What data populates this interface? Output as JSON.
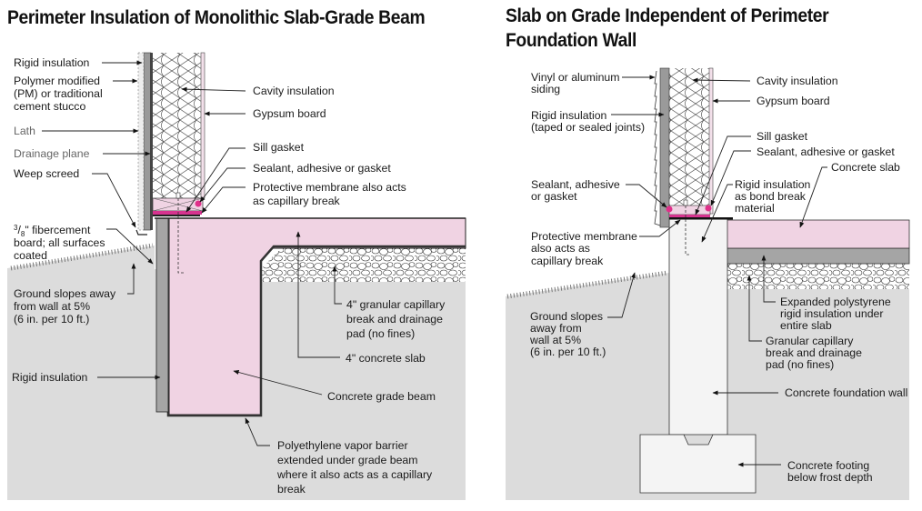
{
  "left_diagram": {
    "title": "Perimeter Insulation of Monolithic Slab-Grade Beam",
    "labels": {
      "rigid_insulation_top": "Rigid insulation",
      "stucco": [
        "Polymer modified",
        "(PM) or traditional",
        "cement stucco"
      ],
      "lath": "Lath",
      "drainage_plane": "Drainage plane",
      "weep_screed": "Weep screed",
      "fibercement_sup": "3",
      "fibercement_sub": "8",
      "fibercement": [
        "\" fibercement",
        "board; all surfaces",
        "coated"
      ],
      "ground_slopes": [
        "Ground slopes away",
        "from wall at 5%",
        "(6 in. per 10 ft.)"
      ],
      "rigid_insulation_bottom": "Rigid insulation",
      "cavity_insulation": "Cavity insulation",
      "gypsum_board": "Gypsum board",
      "sill_gasket": "Sill gasket",
      "sealant": "Sealant, adhesive or gasket",
      "protective_membrane": [
        "Protective membrane also acts",
        "as capillary break"
      ],
      "granular_break": [
        "4\" granular capillary",
        "break and drainage",
        "pad (no fines)"
      ],
      "concrete_slab": "4\" concrete slab",
      "grade_beam": "Concrete grade beam",
      "vapor_barrier": [
        "Polyethylene vapor barrier",
        "extended under grade beam",
        "where it also acts as a capillary",
        "break"
      ]
    }
  },
  "right_diagram": {
    "title": [
      "Slab on Grade Independent of Perimeter",
      "Foundation Wall"
    ],
    "labels": {
      "siding": [
        "Vinyl or aluminum",
        "siding"
      ],
      "rigid_insulation": [
        "Rigid insulation",
        "(taped or sealed joints)"
      ],
      "sealant_left": [
        "Sealant, adhesive",
        "or gasket"
      ],
      "protective_membrane": [
        "Protective membrane",
        "also acts as",
        "capillary break"
      ],
      "ground_slopes": [
        "Ground slopes",
        "away from",
        "wall at 5%",
        "(6 in. per 10 ft.)"
      ],
      "cavity_insulation": "Cavity insulation",
      "gypsum_board": "Gypsum board",
      "sill_gasket": "Sill gasket",
      "sealant_right": "Sealant, adhesive or gasket",
      "concrete_slab": "Concrete slab",
      "bond_break": [
        "Rigid insulation",
        "as bond break",
        "material"
      ],
      "eps": [
        "Expanded polystyrene",
        "rigid insulation under",
        "entire slab"
      ],
      "granular_break": [
        "Granular capillary",
        "break and drainage",
        "pad (no fines)"
      ],
      "foundation_wall": "Concrete foundation wall",
      "footing": [
        "Concrete footing",
        "below frost depth"
      ]
    }
  },
  "colors": {
    "soil": "#dcdcdc",
    "concrete_pink": "#f0d3e3",
    "concrete_light": "#f4f4f4",
    "insulation_gray": "#9a9a9a",
    "membrane_magenta": "#d6338f",
    "sealant_dot": "#e0308a",
    "outline": "#222222"
  }
}
